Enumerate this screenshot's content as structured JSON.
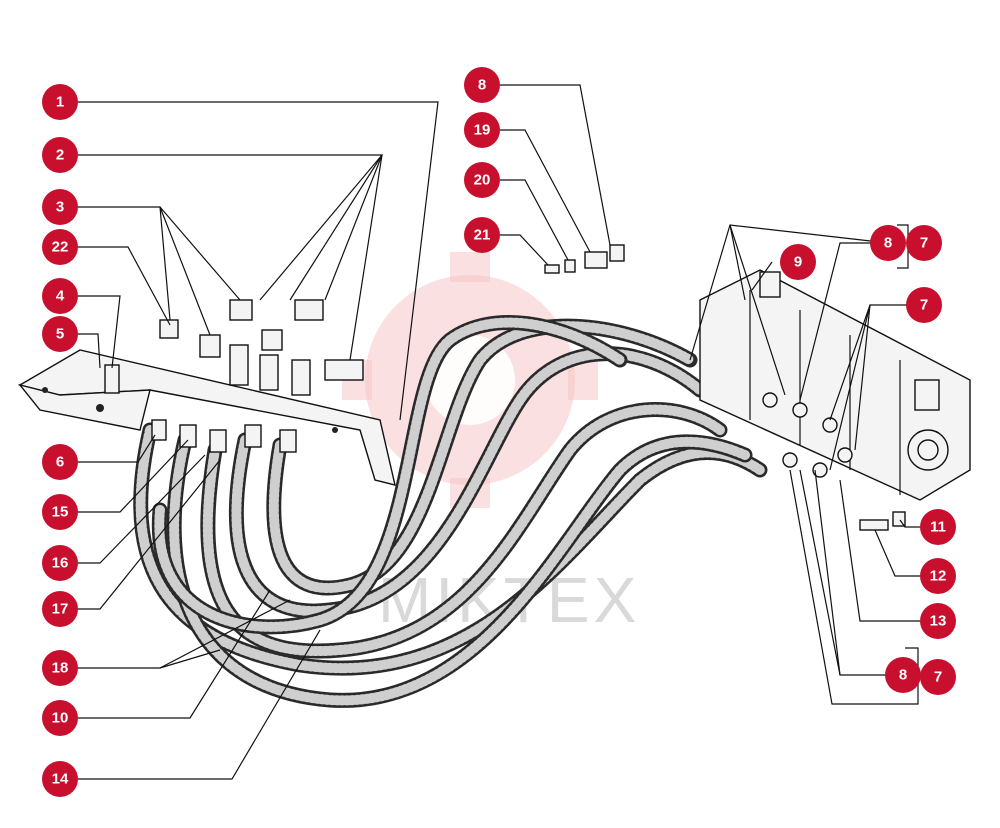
{
  "brand_watermark": "MIKTEX",
  "colors": {
    "callout": "#c8102e",
    "callout_text": "#ffffff",
    "line": "#111111"
  },
  "callouts": [
    {
      "id": "c1",
      "label": "1"
    },
    {
      "id": "c2",
      "label": "2"
    },
    {
      "id": "c3",
      "label": "3"
    },
    {
      "id": "c22",
      "label": "22"
    },
    {
      "id": "c4",
      "label": "4"
    },
    {
      "id": "c5",
      "label": "5"
    },
    {
      "id": "c6",
      "label": "6"
    },
    {
      "id": "c15",
      "label": "15"
    },
    {
      "id": "c16",
      "label": "16"
    },
    {
      "id": "c17",
      "label": "17"
    },
    {
      "id": "c18",
      "label": "18"
    },
    {
      "id": "c10",
      "label": "10"
    },
    {
      "id": "c14",
      "label": "14"
    },
    {
      "id": "c8a",
      "label": "8"
    },
    {
      "id": "c19",
      "label": "19"
    },
    {
      "id": "c20",
      "label": "20"
    },
    {
      "id": "c21",
      "label": "21"
    },
    {
      "id": "c8b",
      "label": "8"
    },
    {
      "id": "c7a",
      "label": "7"
    },
    {
      "id": "c9",
      "label": "9"
    },
    {
      "id": "c7b",
      "label": "7"
    },
    {
      "id": "c11",
      "label": "11"
    },
    {
      "id": "c12",
      "label": "12"
    },
    {
      "id": "c13",
      "label": "13"
    },
    {
      "id": "c8c",
      "label": "8"
    },
    {
      "id": "c7c",
      "label": "7"
    }
  ]
}
